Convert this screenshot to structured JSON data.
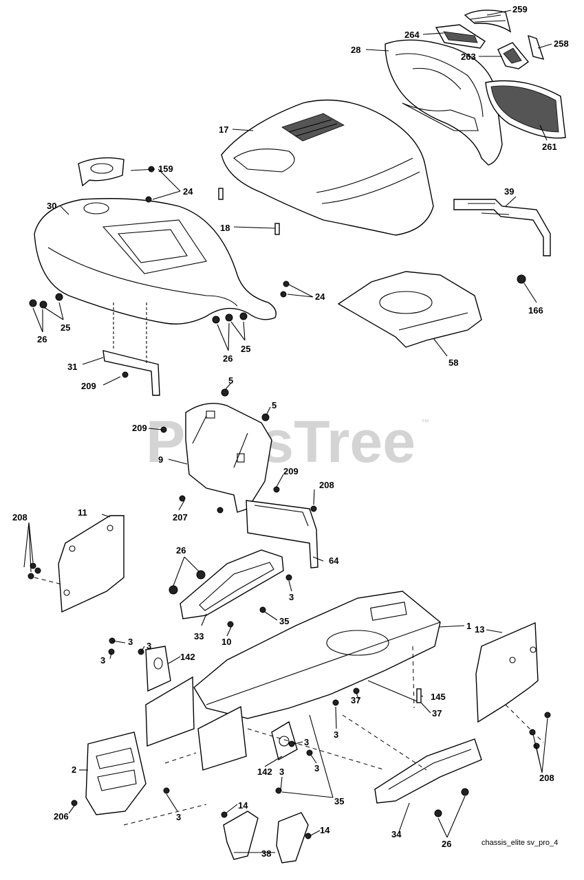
{
  "watermark": {
    "text": "PartsTree",
    "trademark": "™"
  },
  "caption": "chassis_elite sv_pro_4",
  "callouts": {
    "c259": "259",
    "c264": "264",
    "c258": "258",
    "c28": "28",
    "c263": "263",
    "c261": "261",
    "c17": "17",
    "c159": "159",
    "c30": "30",
    "c24a": "24",
    "c18": "18",
    "c39": "39",
    "c166": "166",
    "c24b": "24",
    "c26a": "26",
    "c25a": "25",
    "c26b": "26",
    "c25b": "25",
    "c58": "58",
    "c31": "31",
    "c209a": "209",
    "c5a": "5",
    "c5b": "5",
    "c209b": "209",
    "c9": "9",
    "c209c": "209",
    "c208a": "208",
    "c207": "207",
    "c208b": "208",
    "c11": "11",
    "c64": "64",
    "c26c": "26",
    "c3a": "3",
    "c35a": "35",
    "c1": "1",
    "c33": "33",
    "c10": "10",
    "c13": "13",
    "c3b": "3",
    "c3c": "3",
    "c142a": "142",
    "c3d": "3",
    "c145": "145",
    "c37a": "37",
    "c37b": "37",
    "c3e": "3",
    "c3f": "3",
    "c3g": "3",
    "c142b": "142",
    "c3h": "3",
    "c2": "2",
    "c208c": "208",
    "c35b": "35",
    "c206": "206",
    "c3i": "3",
    "c14a": "14",
    "c14b": "14",
    "c34": "34",
    "c26d": "26",
    "c38": "38"
  }
}
